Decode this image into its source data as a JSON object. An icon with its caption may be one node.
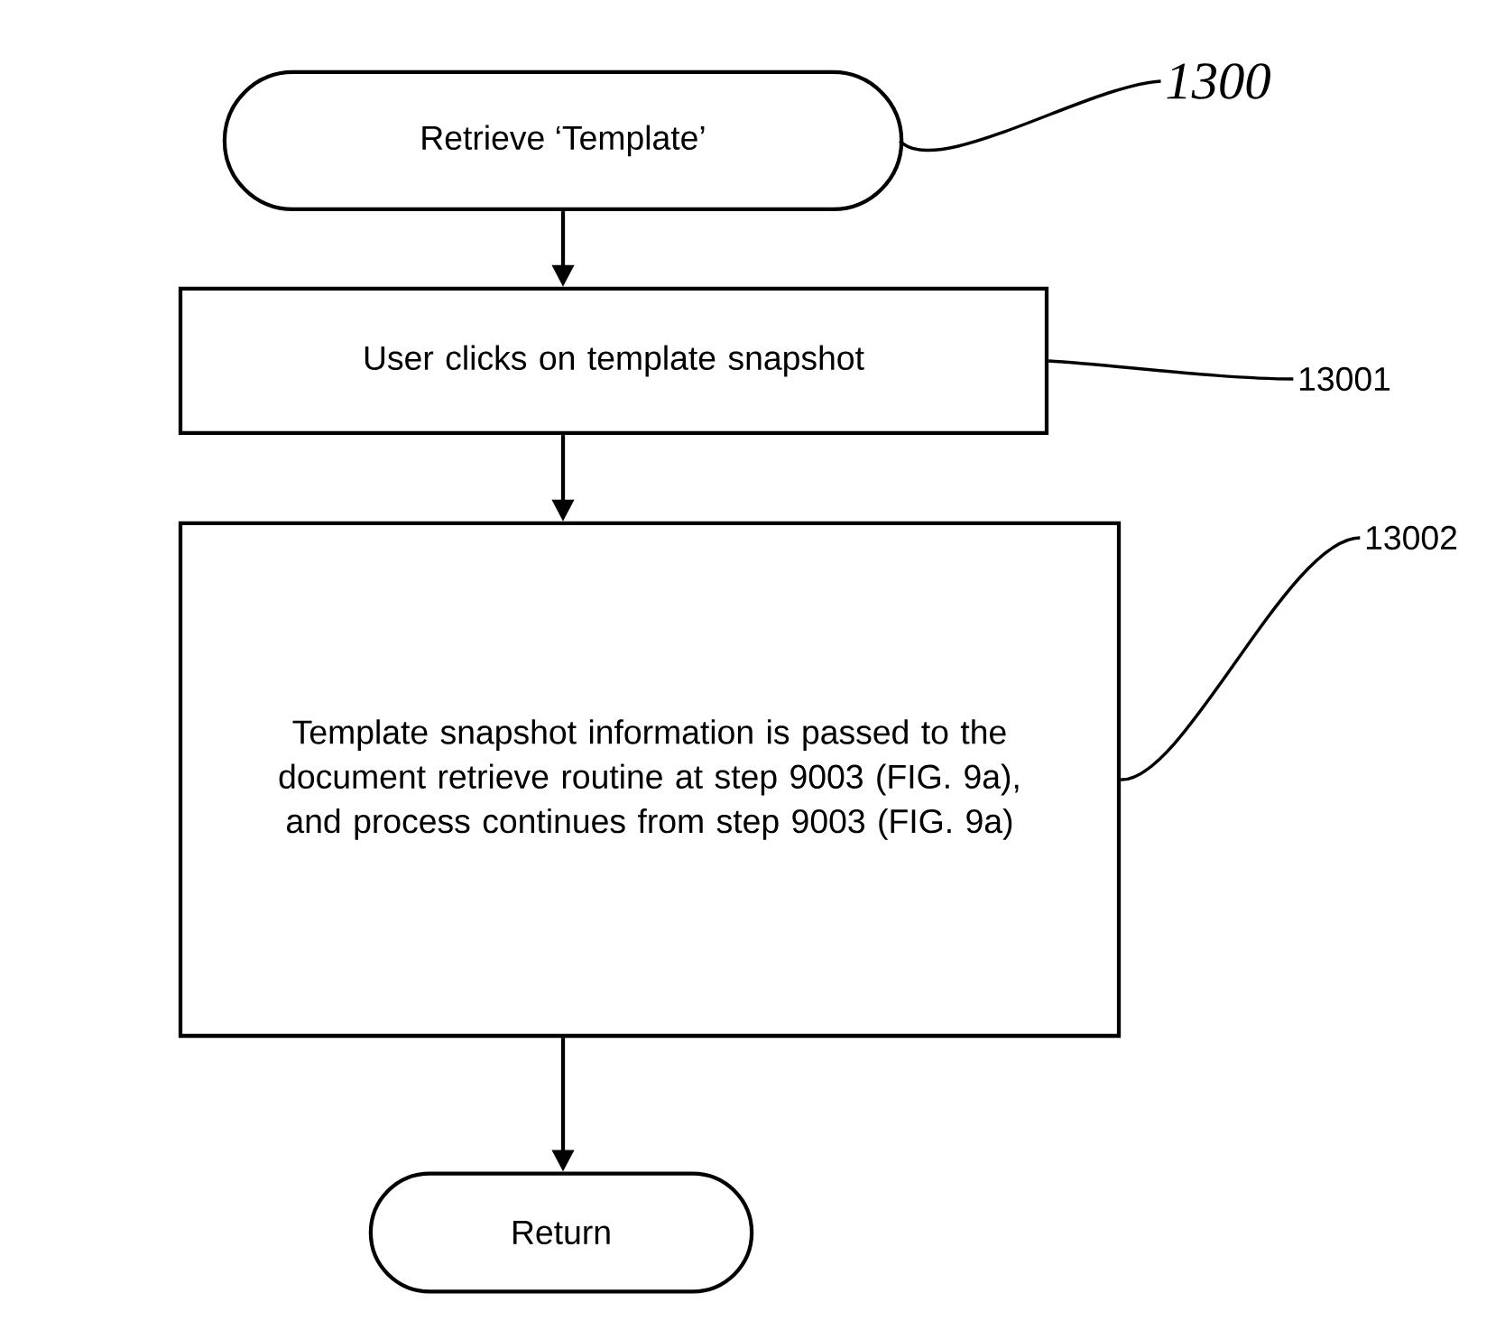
{
  "diagram": {
    "nodes": [
      {
        "text": [
          "Retrieve ‘Template’"
        ]
      },
      {
        "text": [
          "User clicks on template snapshot"
        ]
      },
      {
        "text": [
          "Template snapshot information is passed to the document retrieve routine at step 9003 (FIG. 9a), and process continues from step 9003 (FIG. 9a)"
        ]
      },
      {
        "text": [
          "Return"
        ]
      },
      {
        "text": [
          "1300"
        ]
      },
      {
        "text": [
          "13001"
        ]
      },
      {
        "text": [
          "13002"
        ]
      }
    ],
    "edges": [
      {
        "from": 0,
        "to": 1,
        "arrow": "to"
      },
      {
        "from": 1,
        "to": 2,
        "arrow": "to"
      },
      {
        "from": 2,
        "to": 3,
        "arrow": "to"
      },
      {
        "from": 4,
        "to": 0,
        "arrow": "none"
      },
      {
        "from": 5,
        "to": 1,
        "arrow": "none"
      },
      {
        "from": 6,
        "to": 2,
        "arrow": "none"
      }
    ]
  }
}
